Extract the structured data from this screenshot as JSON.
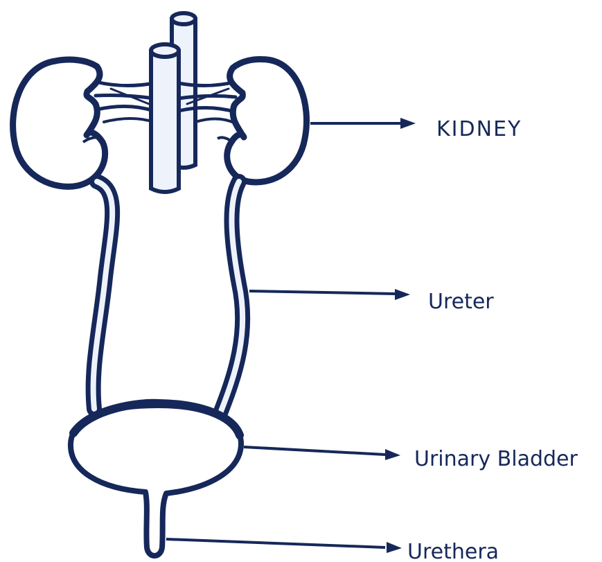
{
  "diagram": {
    "labels": {
      "kidney": "KIDNEY",
      "ureter": "Ureter",
      "urinary_bladder": "Urinary Bladder",
      "urethra": "Urethera"
    },
    "colors": {
      "ink": "#16285a",
      "vessel_fill": "#eef2fb",
      "background": "#ffffff"
    }
  }
}
